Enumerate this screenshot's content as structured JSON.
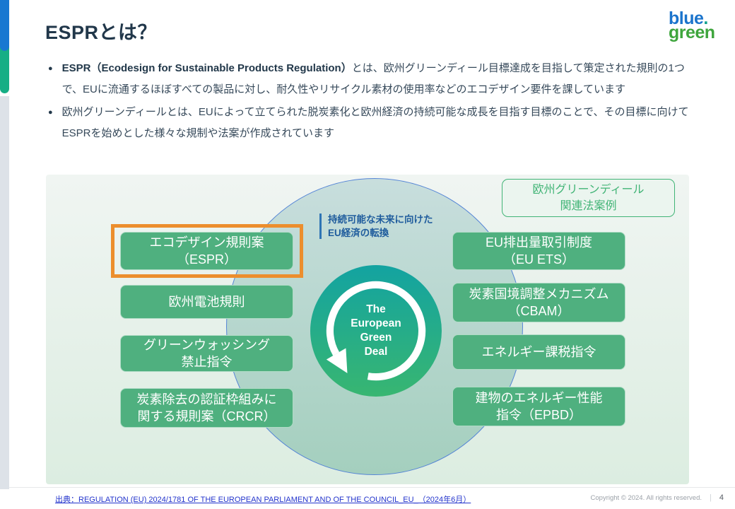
{
  "slide": {
    "title": "ESPRとは？",
    "page_number": "4",
    "copyright": "Copyright © 2024. All rights reserved.",
    "footer_divider": "|",
    "source_link": "出典：REGULATION (EU) 2024/1781 OF THE EUROPEAN PARLIAMENT AND OF THE COUNCIL_EU_（2024年6月）"
  },
  "logo": {
    "blue": "blue",
    "dot": ".",
    "green": "green"
  },
  "bullet_marker": "●",
  "bullets": [
    {
      "bold": "ESPR（Ecodesign for Sustainable Products Regulation）",
      "text": "とは、欧州グリーンディール目標達成を目指して策定された規則の1つで、EUに流通するほぼすべての製品に対し、耐久性やリサイクル素材の使用率などのエコデザイン要件を課しています"
    },
    {
      "bold": "",
      "text": "欧州グリーンディールとは、EUによって立てられた脱炭素化と欧州経済の持続可能な成長を目指す目標のことで、その目標に向けてESPRを始めとした様々な規制や法案が作成されています"
    }
  ],
  "diagram": {
    "legend_label": "欧州グリーンディール\n関連法案例",
    "center_caption": "持続可能な未来に向けた\nEU経済の転換",
    "center_circle_label": "The\nEuropean\nGreen\nDeal",
    "left_boxes": [
      {
        "label": "エコデザイン規則案\n（ESPR）",
        "highlighted": true
      },
      {
        "label": "欧州電池規則",
        "highlighted": false
      },
      {
        "label": "グリーンウォッシング\n禁止指令",
        "highlighted": false
      },
      {
        "label": "炭素除去の認証枠組みに\n関する規則案（CRCR）",
        "highlighted": false
      }
    ],
    "right_boxes": [
      {
        "label": "EU排出量取引制度\n（EU ETS）",
        "highlighted": false
      },
      {
        "label": "炭素国境調整メカニズム\n（CBAM）",
        "highlighted": false
      },
      {
        "label": "エネルギー課税指令",
        "highlighted": false
      },
      {
        "label": "建物のエネルギー性能\n指令（EPBD）",
        "highlighted": false
      }
    ],
    "colors": {
      "box_green": "#4fb07f",
      "highlight_orange": "#ec8e2d",
      "legend_green": "#41b476",
      "outer_circle_border_blue": "#5585d6",
      "deal_circle_teal": "#13a3a1",
      "deal_circle_green": "#38b671",
      "caption_blue": "#1f5c9d"
    }
  }
}
